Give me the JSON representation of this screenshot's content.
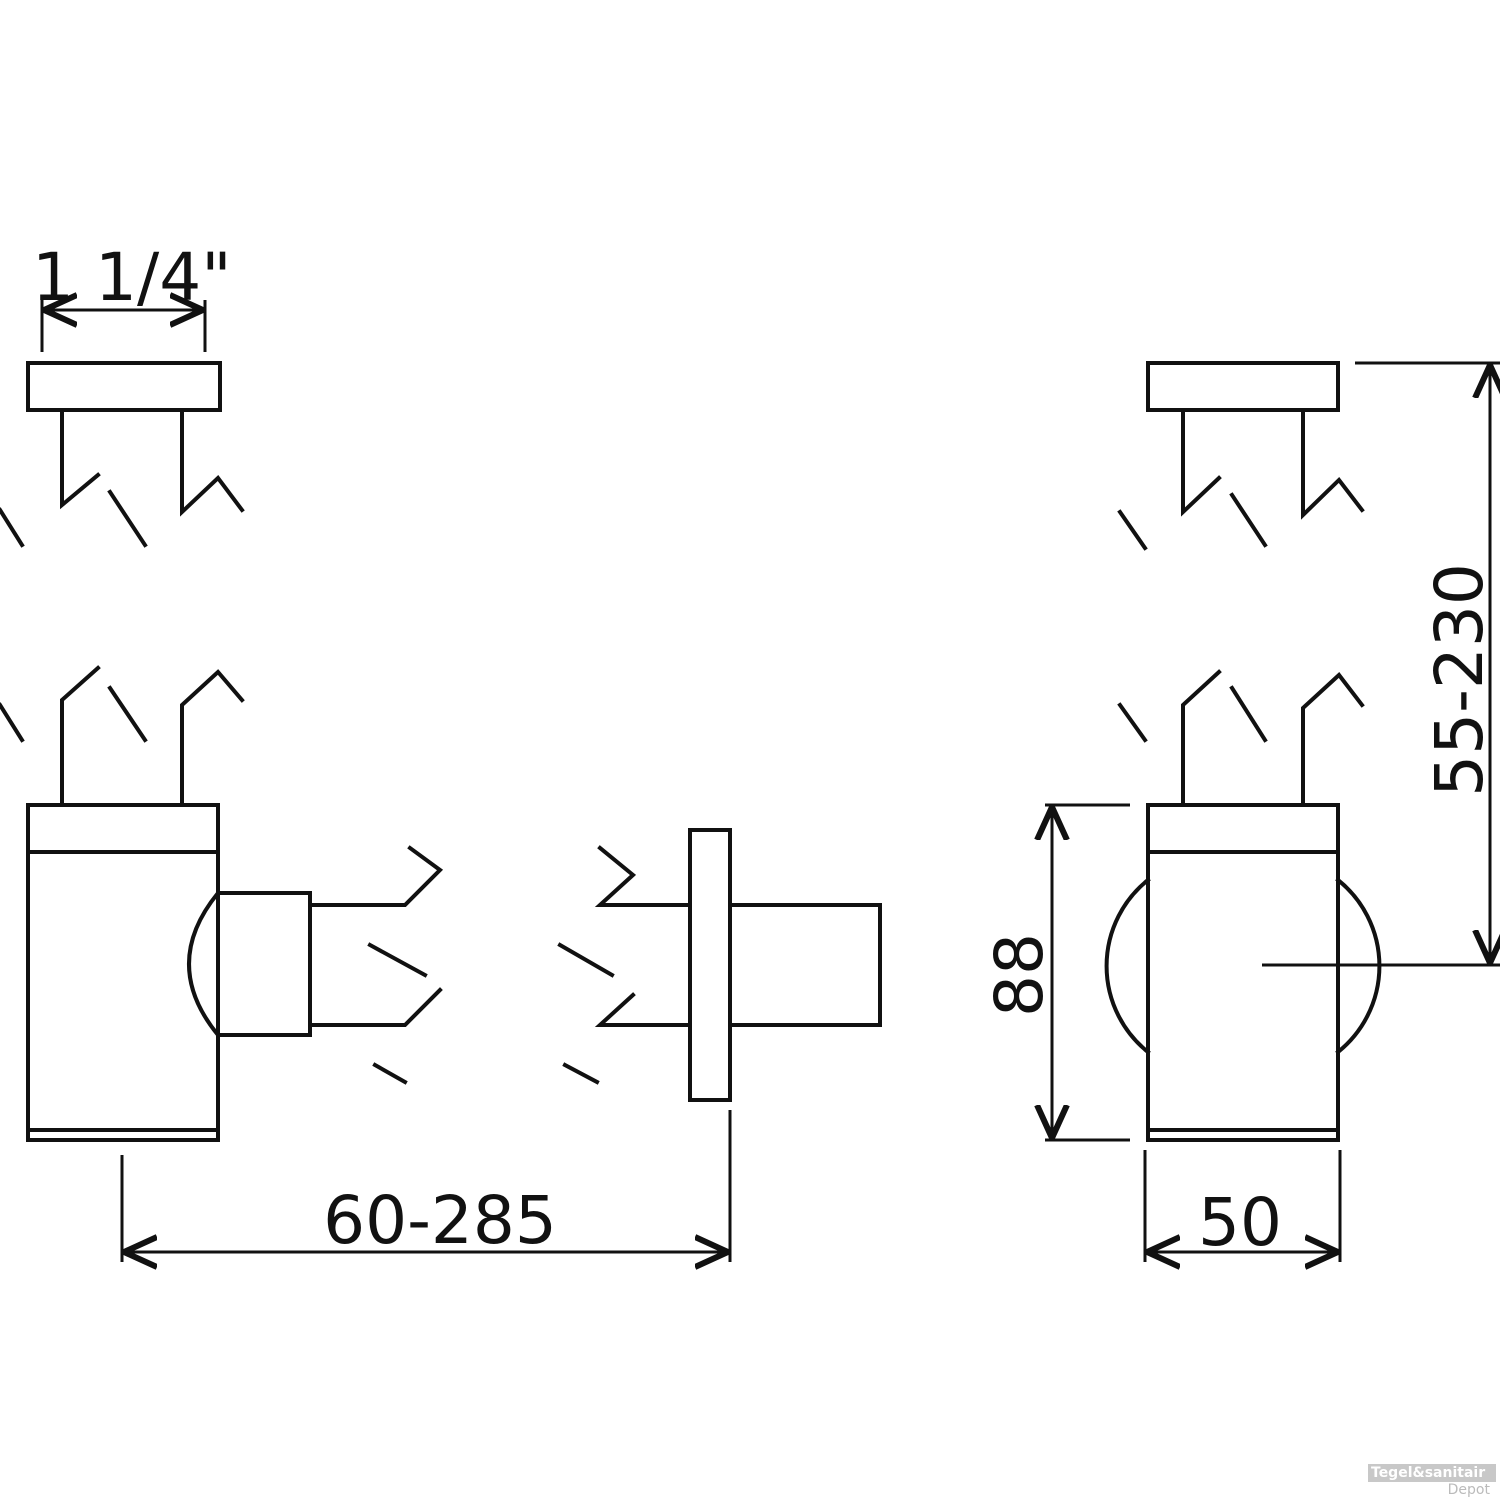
{
  "dimensions": {
    "thread": "1 1/4\"",
    "length_range": "60-285",
    "height_range": "55-230",
    "body_height": "88",
    "body_width": "50"
  },
  "watermark": {
    "brand": "Tegel&sanitair",
    "sub": "Depot"
  },
  "colors": {
    "line": "#111111",
    "background": "#ffffff"
  }
}
